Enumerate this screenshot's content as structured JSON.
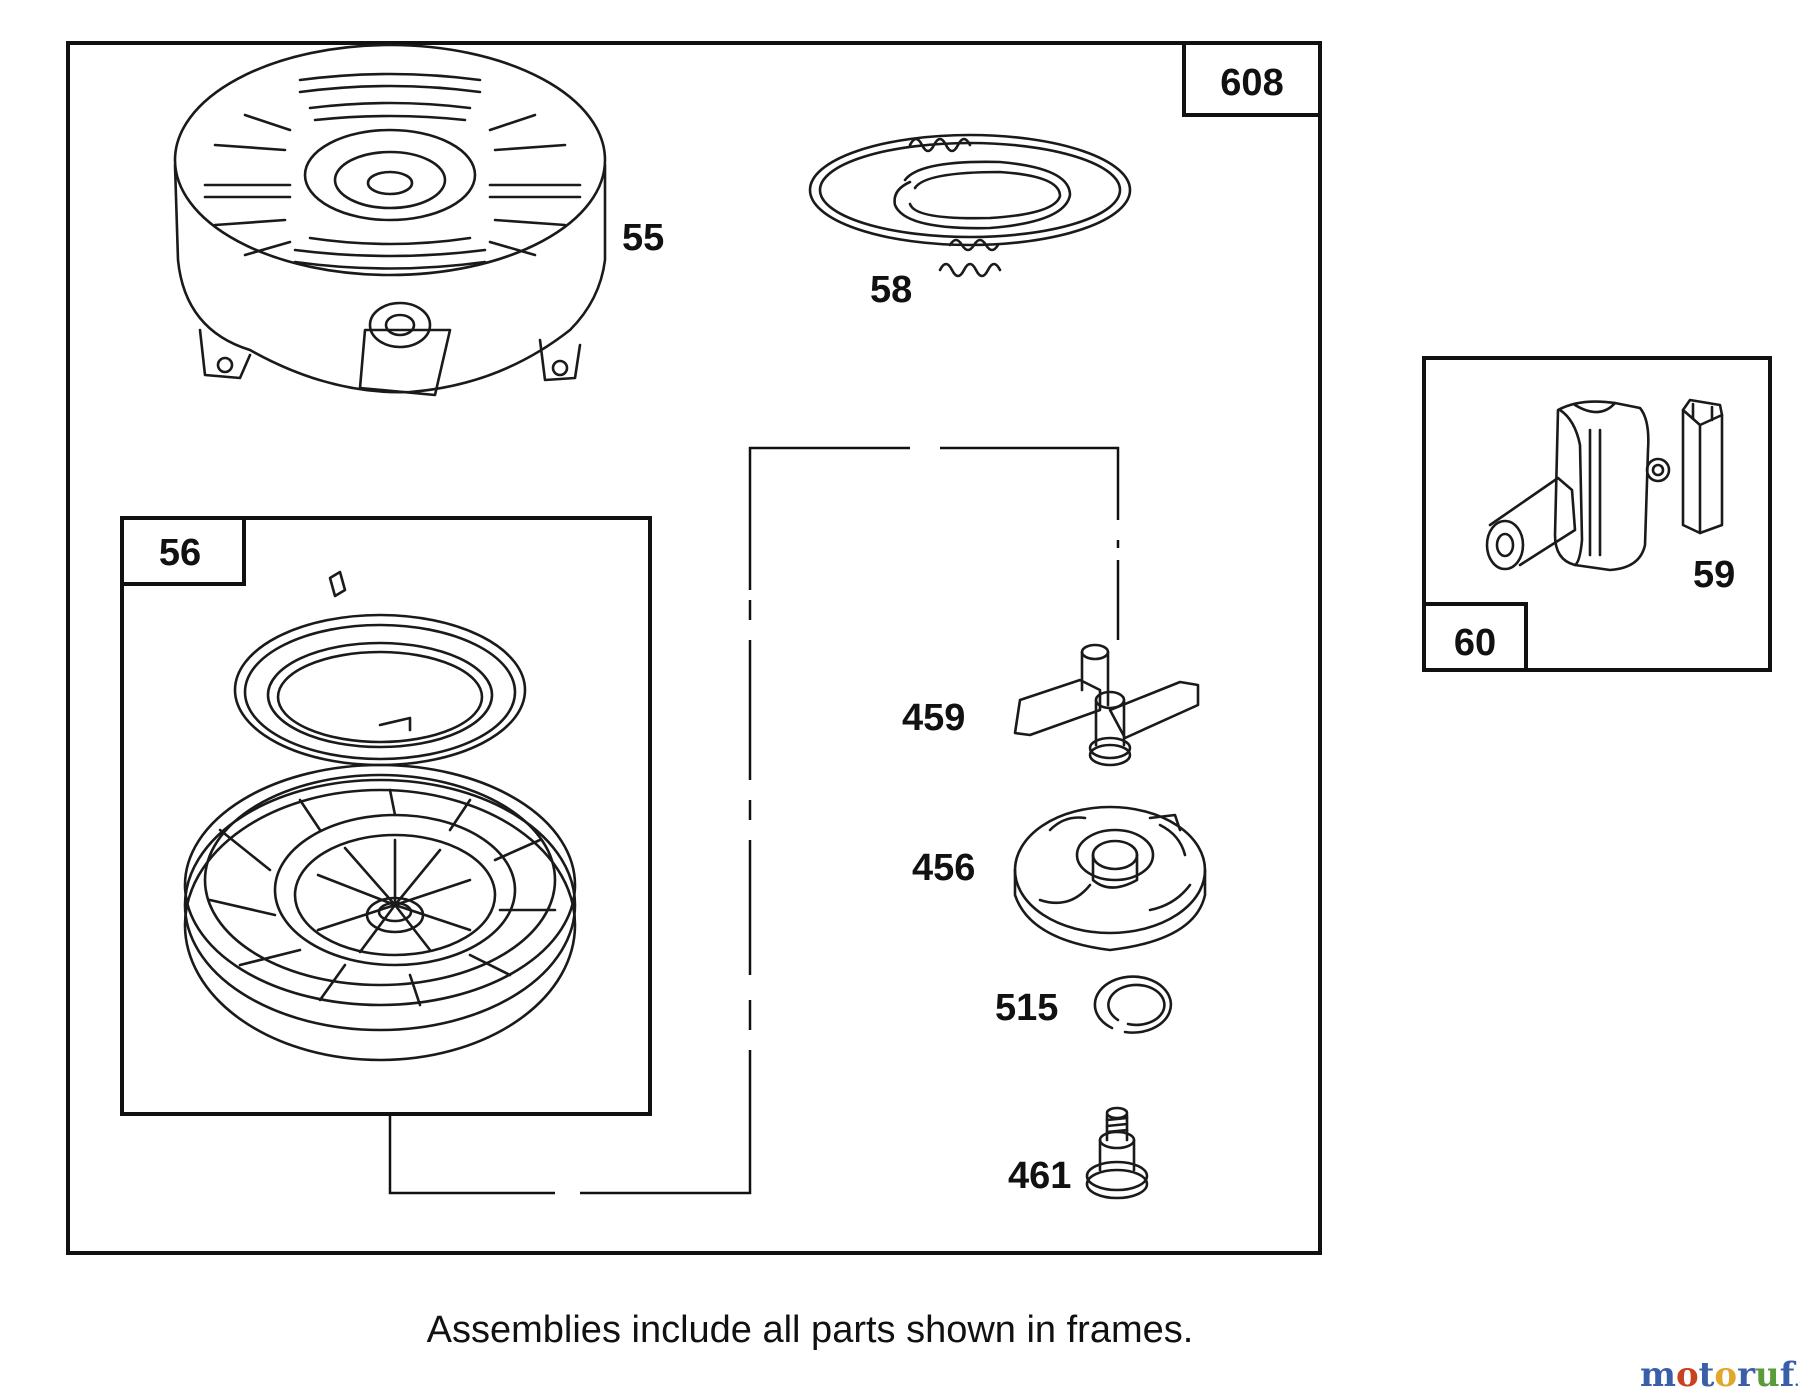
{
  "frames": {
    "main": "608",
    "spring_pulley": "56",
    "handle": "60"
  },
  "parts": {
    "housing": "55",
    "rope": "58",
    "handle_insert": "59",
    "dogs": "459",
    "retainer": "456",
    "ring": "515",
    "screw": "461"
  },
  "caption": "Assemblies include all parts shown in frames.",
  "watermark": "motoruf.de",
  "colors": {
    "ink": "#111111",
    "background": "#ffffff"
  }
}
